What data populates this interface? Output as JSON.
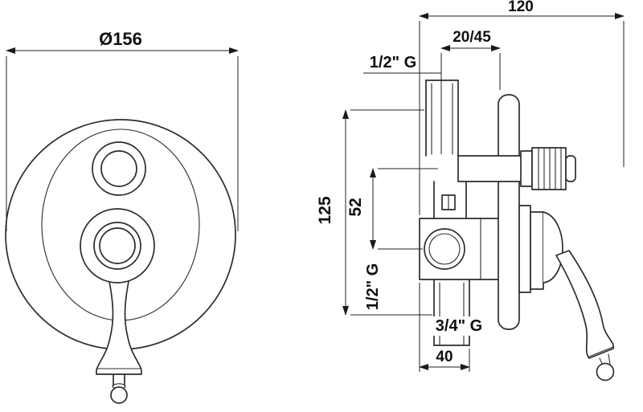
{
  "page": {
    "background": "#ffffff",
    "line_color": "#2d2d2d",
    "text_color": "#101010"
  },
  "front_view": {
    "diameter_label": "Ø156"
  },
  "side_view": {
    "labels": {
      "overall_width": "120",
      "depth_range": "20/45",
      "top_connection": "1/2\" G",
      "height": "125",
      "spacing": "52",
      "side_connection": "1/2\" G",
      "bottom_connection": "3/4\" G",
      "bottom_offset": "40"
    }
  }
}
